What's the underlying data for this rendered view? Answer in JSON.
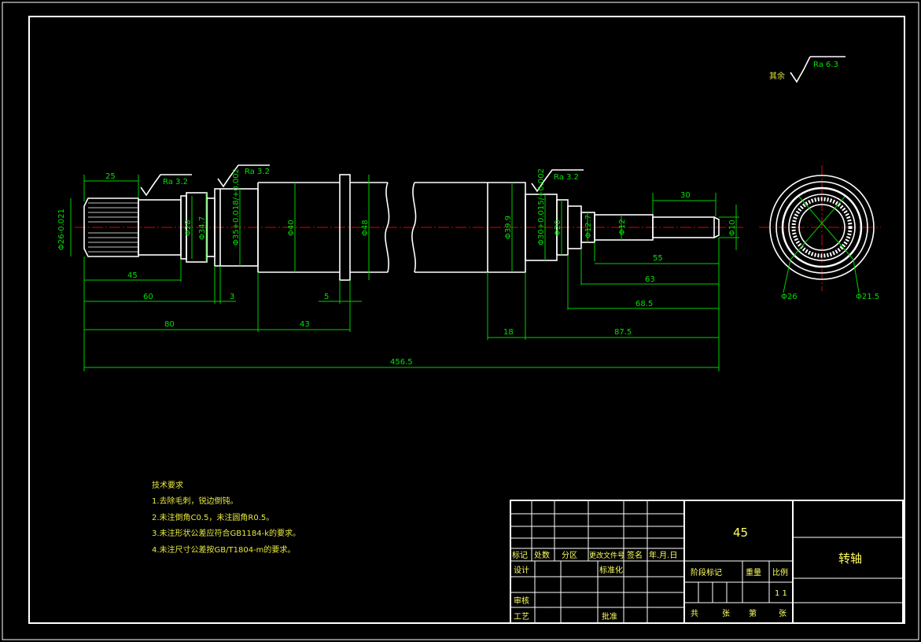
{
  "surface_roughness": {
    "general_label": "其余",
    "general_value": "Ra 6.3",
    "marks": [
      "Ra 3.2",
      "Ra 3.2",
      "Ra 3.2"
    ]
  },
  "dimensions": {
    "top": [
      "25",
      "30"
    ],
    "diameters": [
      "Φ26-0.021",
      "Φ28",
      "Φ34.7",
      "Φ35+0.018/+0.002",
      "Φ40",
      "Φ48",
      "Φ39.9",
      "Φ30+0.015/+0.002",
      "Φ20",
      "Φ12.7",
      "Φ12",
      "Φ10"
    ],
    "tol_upper": [
      "0",
      "+0.018",
      "+0.015"
    ],
    "tol_lower": [
      "-0.021",
      "+0.002",
      "+0.002"
    ],
    "bottom": [
      "45",
      "60",
      "3",
      "5",
      "80",
      "43",
      "18",
      "87.5",
      "55",
      "63",
      "68.5",
      "456.5"
    ],
    "section": [
      "Φ26",
      "Φ21.5"
    ]
  },
  "notes": {
    "title": "技术要求",
    "items": [
      "1.去除毛刺，锐边倒钝。",
      "2.未注倒角C0.5，未注圆角R0.5。",
      "3.未注形状公差应符合GB1184-k的要求。",
      "4.未注尺寸公差按GB/T1804-m的要求。"
    ]
  },
  "title_block": {
    "material": "45",
    "part_name": "转轴",
    "revision_headers": [
      "标记",
      "处数",
      "分区",
      "更改文件号",
      "签名",
      "年.月.日"
    ],
    "design": "设计",
    "standardization": "标准化",
    "review": "审核",
    "process": "工艺",
    "approve": "批准",
    "stage_mark": "阶段标记",
    "weight": "重量",
    "scale": "比例",
    "scale_value": "1 1",
    "sheets": [
      "共",
      "张",
      "第",
      "张"
    ]
  }
}
